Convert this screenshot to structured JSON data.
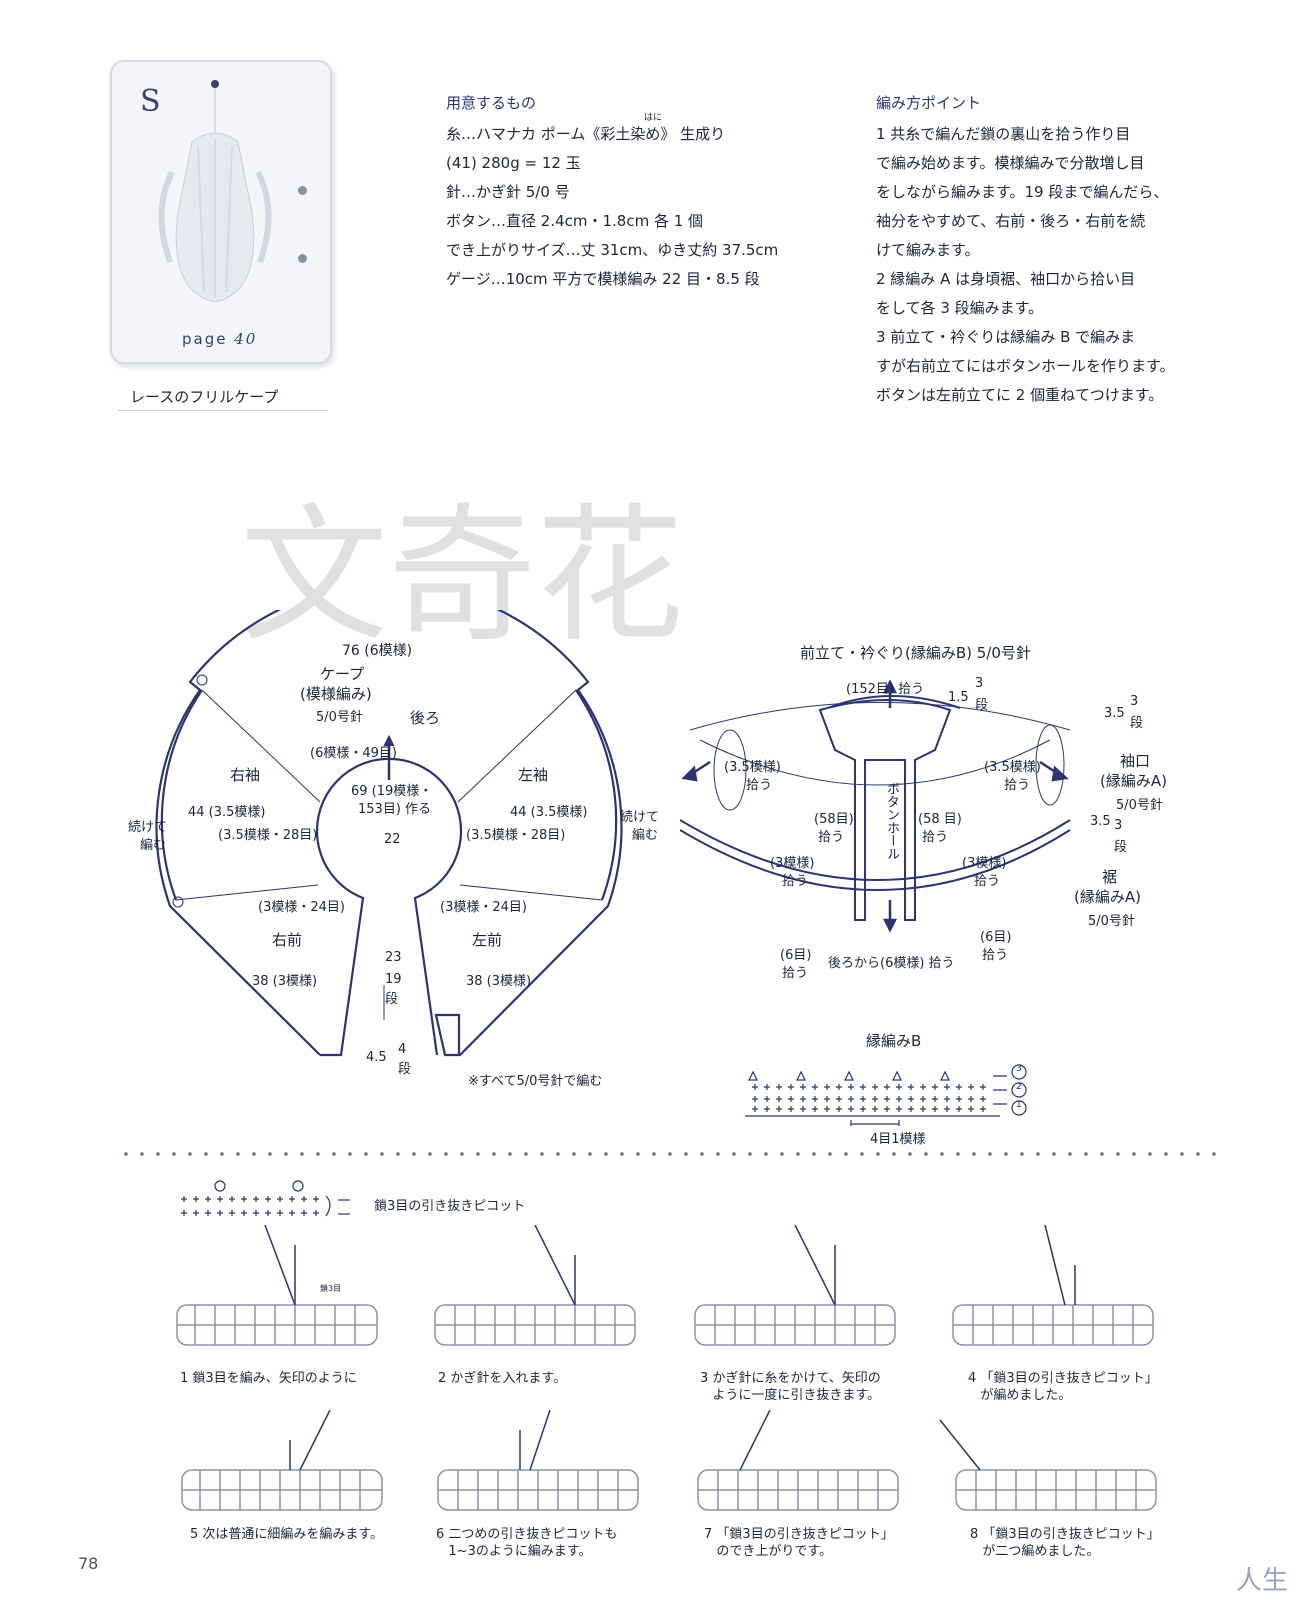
{
  "thumbnail": {
    "letter": "S",
    "page_label": "page",
    "page_number": "40"
  },
  "caption": "レースのフリルケープ",
  "materials": {
    "heading": "用意するもの",
    "lines": [
      "糸…ハマナカ ポーム《彩土染め》 生成り",
      "(41) 280g = 12 玉",
      "針…かぎ針 5/0 号",
      "ボタン…直径 2.4cm・1.8cm 各 1 個",
      "でき上がりサイズ…丈 31cm、ゆき丈約 37.5cm",
      "ゲージ…10cm 平方で模様編み 22 目・8.5 段"
    ],
    "ruby": "はに"
  },
  "points": {
    "heading": "編み方ポイント",
    "lines": [
      "1 共糸で編んだ鎖の裏山を拾う作り目",
      "で編み始めます。模様編みで分散増し目",
      "をしながら編みます。19 段まで編んだら、",
      "袖分をやすめて、右前・後ろ・右前を続",
      "けて編みます。",
      "2 縁編み A は身頃裾、袖口から拾い目",
      "をして各 3 段編みます。",
      "3 前立て・衿ぐりは縁編み B で編みま",
      "すが右前立てにはボタンホールを作ります。",
      "ボタンは左前立てに 2 個重ねてつけます。"
    ]
  },
  "watermark": "文奇花",
  "cape_diagram": {
    "top_count": "76 (6模様)",
    "title": "ケープ",
    "title2": "(模様編み)",
    "needle": "5/0号針",
    "back": "後ろ",
    "neck_top": "(6模様・49目)",
    "right_sleeve": "右袖",
    "left_sleeve": "左袖",
    "side_left": "44 (3.5模様)",
    "side_left2": "(3.5模様・28目)",
    "side_right": "44 (3.5模様)",
    "side_right2": "(3.5模様・28目)",
    "chain1": "69 (19模様・",
    "chain2": "153目) 作る",
    "neck_width": "22",
    "cont_left1": "続けて",
    "cont_left2": "編む",
    "cont_right1": "続けて",
    "cont_right2": "編む",
    "front_l_count": "(3模様・24目)",
    "front_r_count": "(3模様・24目)",
    "right_front": "右前",
    "left_front": "左前",
    "bottom_left": "38 (3模様)",
    "bottom_right": "38 (3模様)",
    "height_a": "23",
    "height_b": "19",
    "height_c": "段",
    "edge_a": "4.5",
    "edge_b": "4",
    "edge_c": "段",
    "note": "※すべて5/0号針で編む"
  },
  "front_diagram": {
    "title": "前立て・衿ぐり(縁編みB) 5/0号針",
    "top": "(152目) 拾う",
    "top_r_a": "1.5",
    "top_r_b": "3",
    "top_r_c": "段",
    "sleeve_l": "(3.5模様)",
    "sleeve_l2": "拾う",
    "sleeve_r": "(3.5模様)",
    "sleeve_r2": "拾う",
    "r35a": "3.5",
    "r35b": "3",
    "r35c": "段",
    "cuff": "袖口",
    "cuff2": "(縁編みA)",
    "cuff3": "5/0号針",
    "r35d": "3.5",
    "r35e": "3",
    "r35f": "段",
    "buttonhole": "ボタンホール",
    "left58": "(58目)",
    "left58b": "拾う",
    "right58": "(58 目)",
    "right58b": "拾う",
    "hem_l": "(3模様)",
    "hem_l2": "拾う",
    "hem_r": "(3模様)",
    "hem_r2": "拾う",
    "hem": "裾",
    "hem2": "(縁編みA)",
    "hem3": "5/0号針",
    "six_l": "(6目)",
    "six_l2": "拾う",
    "six_r": "(6目)",
    "six_r2": "拾う",
    "bottom": "後ろから(6模様) 拾う"
  },
  "edging_b": {
    "title": "縁編みB",
    "repeat": "4目1模様",
    "rows": [
      "3",
      "2",
      "1"
    ]
  },
  "picot": {
    "title": "鎖3目の引き抜きピコット",
    "chain_note": "鎖3目"
  },
  "steps": [
    {
      "n": "1",
      "l1": "鎖3目を編み、矢印のように",
      "l2": ""
    },
    {
      "n": "2",
      "l1": "かぎ針を入れます。",
      "l2": ""
    },
    {
      "n": "3",
      "l1": "かぎ針に糸をかけて、矢印の",
      "l2": "ように一度に引き抜きます。"
    },
    {
      "n": "4",
      "l1": "「鎖3目の引き抜きピコット」",
      "l2": "が編めました。"
    },
    {
      "n": "5",
      "l1": "次は普通に細編みを編みます。",
      "l2": ""
    },
    {
      "n": "6",
      "l1": "二つめの引き抜きピコットも",
      "l2": "1~3のように編みます。"
    },
    {
      "n": "7",
      "l1": "「鎖3目の引き抜きピコット」",
      "l2": "のでき上がりです。"
    },
    {
      "n": "8",
      "l1": "「鎖3目の引き抜きピコット」",
      "l2": "が二つ編めました。"
    }
  ],
  "page_number": "78",
  "corner_mark": "人生"
}
